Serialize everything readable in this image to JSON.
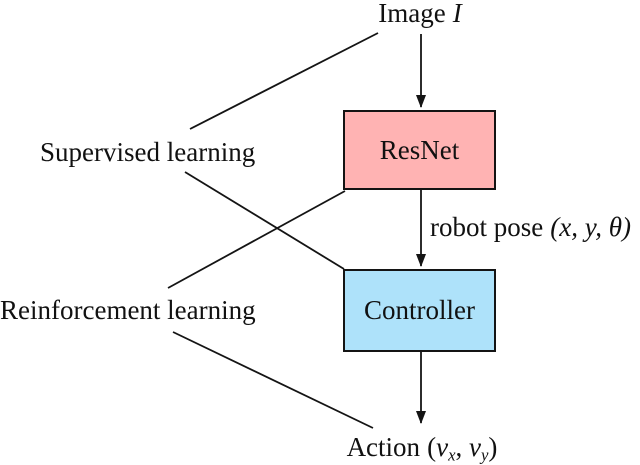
{
  "colors": {
    "resnet_fill": "#ffb3b3",
    "controller_fill": "#aee2fa",
    "edge_stroke": "#141414"
  },
  "nodes": {
    "image": {
      "text": "Image",
      "math": "I"
    },
    "resnet": {
      "label": "ResNet"
    },
    "controller": {
      "label": "Controller"
    },
    "action": {
      "text": "Action",
      "open": "(",
      "v1": "v",
      "sub1": "x",
      "comma": ", ",
      "v2": "v",
      "sub2": "y",
      "close": ")"
    }
  },
  "edge_labels": {
    "robot_pose": {
      "text": "robot pose",
      "math": "(x, y, θ)"
    }
  },
  "annotations": {
    "supervised": {
      "label": "Supervised learning"
    },
    "reinforcement": {
      "label": "Reinforcement learning"
    }
  }
}
